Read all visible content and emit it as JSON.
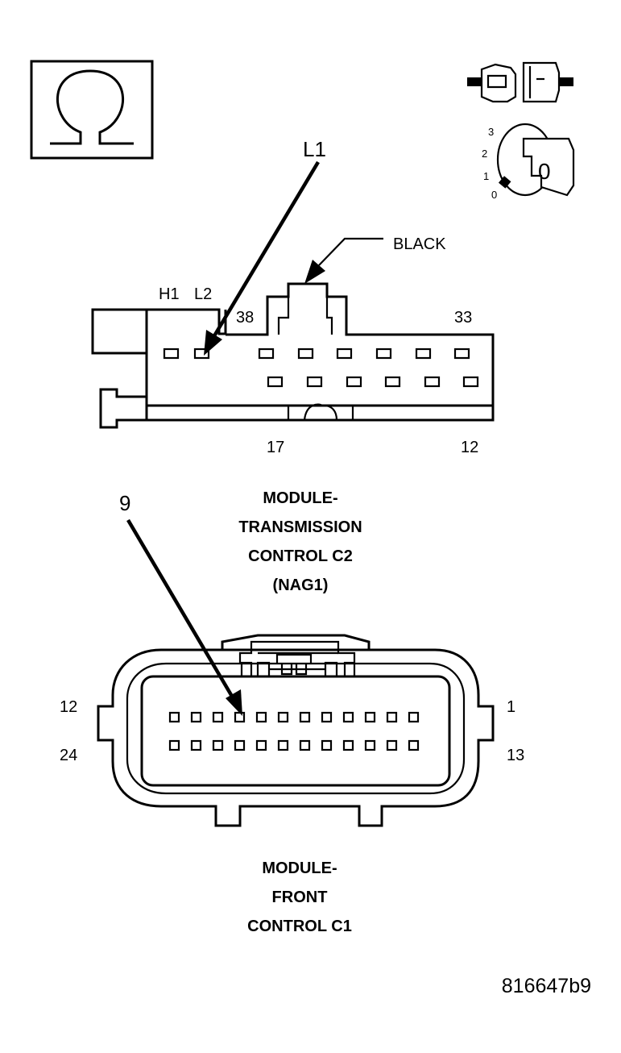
{
  "figure_code": "816647b9",
  "ohmmeter_symbol": "Ω",
  "icons": {
    "ohmmeter": "ohm-symbol-icon",
    "connector_disconnected": "disconnected-connector-icon",
    "ignition_key": "ignition-key-icon"
  },
  "ignition_key": {
    "positions": [
      "3",
      "2",
      "1",
      "0"
    ],
    "key_label": "0"
  },
  "connector_c2": {
    "callout_label": "L1",
    "housing_color_label": "BLACK",
    "terminal_labels": {
      "h1": "H1",
      "l2": "L2",
      "top_left_pin": "38",
      "top_right_pin": "33",
      "bottom_left_pin": "17",
      "bottom_right_pin": "12"
    },
    "title_lines": [
      "MODULE-",
      "TRANSMISSION",
      "CONTROL C2",
      "(NAG1)"
    ]
  },
  "connector_c1": {
    "callout_label": "9",
    "pin_labels": {
      "left_top": "12",
      "left_bottom": "24",
      "right_top": "1",
      "right_bottom": "13"
    },
    "title_lines": [
      "MODULE-",
      "FRONT",
      "CONTROL C1"
    ]
  }
}
